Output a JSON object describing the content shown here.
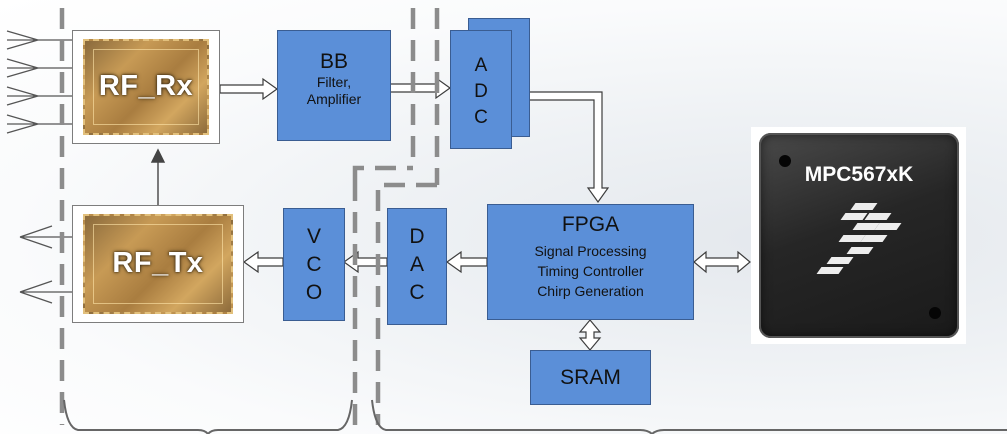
{
  "blocks": {
    "rf_rx": "RF_Rx",
    "rf_tx": "RF_Tx",
    "bb_title": "BB",
    "bb_sub1": "Filter,",
    "bb_sub2": "Amplifier",
    "adc": [
      "A",
      "D",
      "C"
    ],
    "vco": [
      "V",
      "C",
      "O"
    ],
    "dac": [
      "D",
      "A",
      "C"
    ],
    "fpga_title": "FPGA",
    "fpga_lines": [
      "Signal Processing",
      "Timing Controller",
      "Chirp Generation"
    ],
    "sram": "SRAM",
    "mcu": "MPC567xK"
  },
  "colors": {
    "block_fill": "#5b8fd8",
    "block_border": "#3a5d92",
    "dashed_group": "#8c8c8c"
  }
}
